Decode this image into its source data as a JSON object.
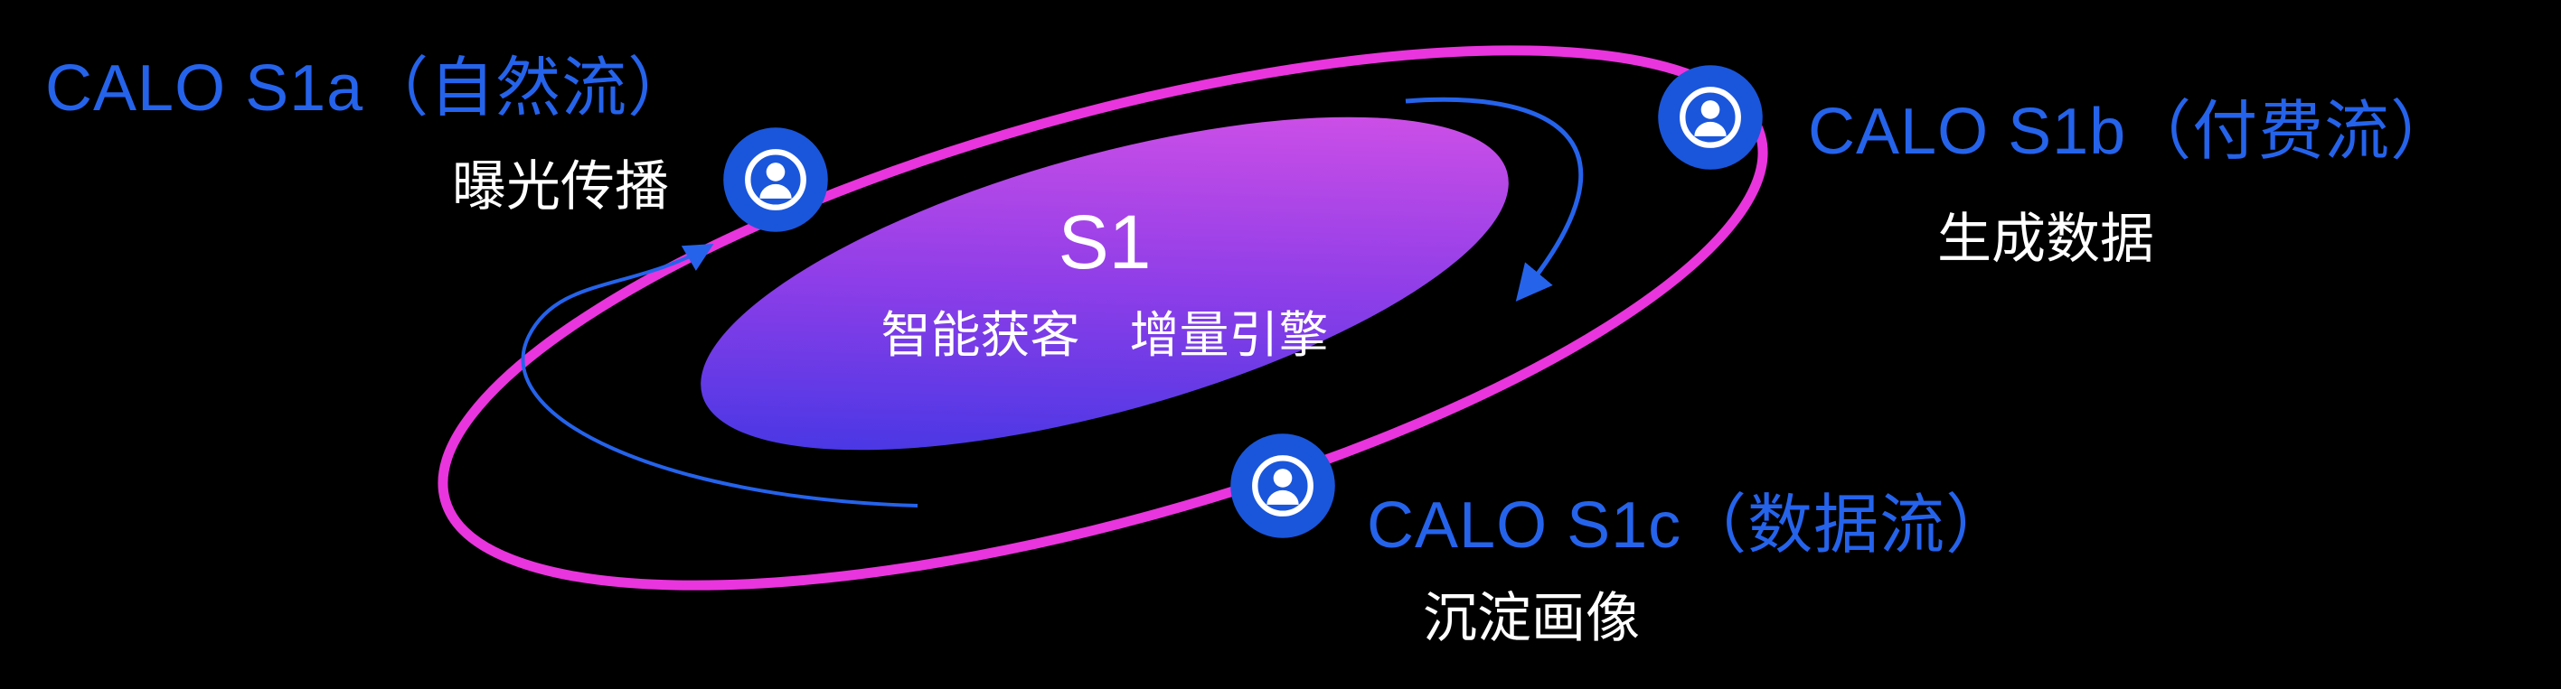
{
  "diagram": {
    "center": {
      "title": "S1",
      "subtitle": "智能获客　增量引擎"
    },
    "nodes": [
      {
        "id": "s1a",
        "label": "CALO S1a（自然流）",
        "sublabel": "曝光传播",
        "icon": "person-badge-icon",
        "position": "top-left"
      },
      {
        "id": "s1b",
        "label": "CALO S1b（付费流）",
        "sublabel": "生成数据",
        "icon": "person-badge-icon",
        "position": "top-right"
      },
      {
        "id": "s1c",
        "label": "CALO S1c（数据流）",
        "sublabel": "沉淀画像",
        "icon": "person-badge-icon",
        "position": "bottom-center"
      }
    ],
    "arrows": [
      {
        "name": "flow-arrow-right",
        "description": "curved arrow from top toward core, pointing down-left"
      },
      {
        "name": "flow-arrow-left",
        "description": "long curved arrow sweeping along bottom-left up toward top-left node"
      }
    ],
    "colors": {
      "background": "#000000",
      "ring": "#e935dd",
      "label_blue": "#2563eb",
      "icon_blue": "#1a56db",
      "arrow_blue": "#2563eb",
      "core_gradient_start": "#2e35e3",
      "core_gradient_mid": "#8f3ee8",
      "core_gradient_end": "#e455e6",
      "text_white": "#ffffff"
    }
  }
}
